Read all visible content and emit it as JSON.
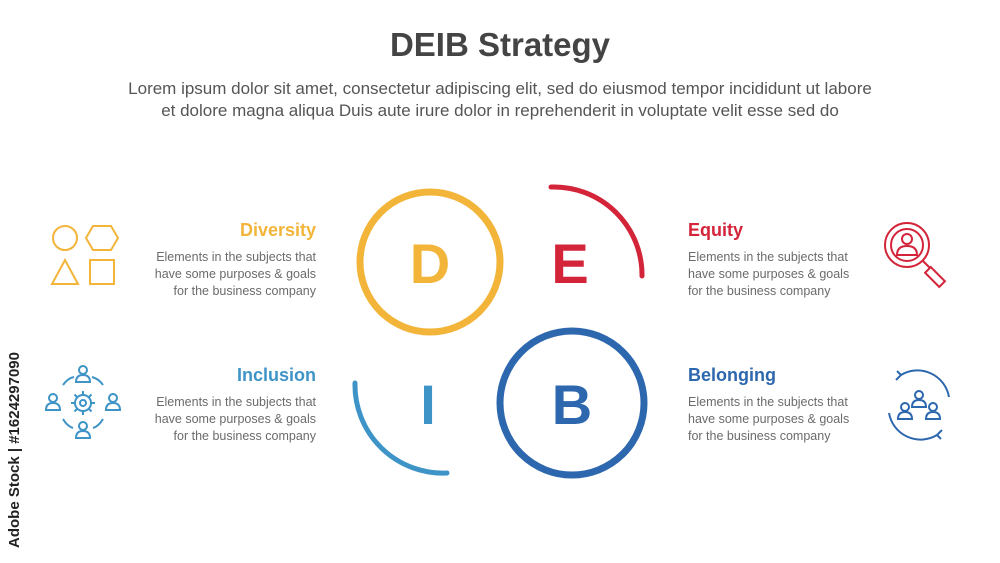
{
  "title": "DEIB Strategy",
  "subtitle": {
    "line1": "Lorem ipsum dolor sit amet, consectetur adipiscing elit, sed do eiusmod tempor incididunt ut labore",
    "line2": "et dolore magna aliqua Duis aute irure dolor in reprehenderit in voluptate velit esse sed do"
  },
  "colors": {
    "diversity": "#F2B53A",
    "equity": "#D3243A",
    "inclusion": "#3E94C7",
    "belonging": "#2D67AE",
    "text": "#6b6b6b"
  },
  "items": [
    {
      "key": "diversity",
      "letter": "D",
      "heading": "Diversity",
      "desc": [
        "Elements in the subjects that",
        "have  some purposes & goals",
        "for the  business company"
      ],
      "icon": "shapes-icon"
    },
    {
      "key": "equity",
      "letter": "E",
      "heading": "Equity",
      "desc": [
        "Elements in the subjects that",
        "have  some purposes & goals",
        "for the  business company"
      ],
      "icon": "user-search-icon"
    },
    {
      "key": "inclusion",
      "letter": "I",
      "heading": "Inclusion",
      "desc": [
        "Elements in the subjects that",
        "have  some purposes & goals",
        "for the  business company"
      ],
      "icon": "team-gear-cycle-icon"
    },
    {
      "key": "belonging",
      "letter": "B",
      "heading": "Belonging",
      "desc": [
        "Elements in the subjects that",
        "have  some purposes & goals",
        "for the  business company"
      ],
      "icon": "group-cycle-icon"
    }
  ],
  "watermark": "Adobe Stock | #1624297090"
}
